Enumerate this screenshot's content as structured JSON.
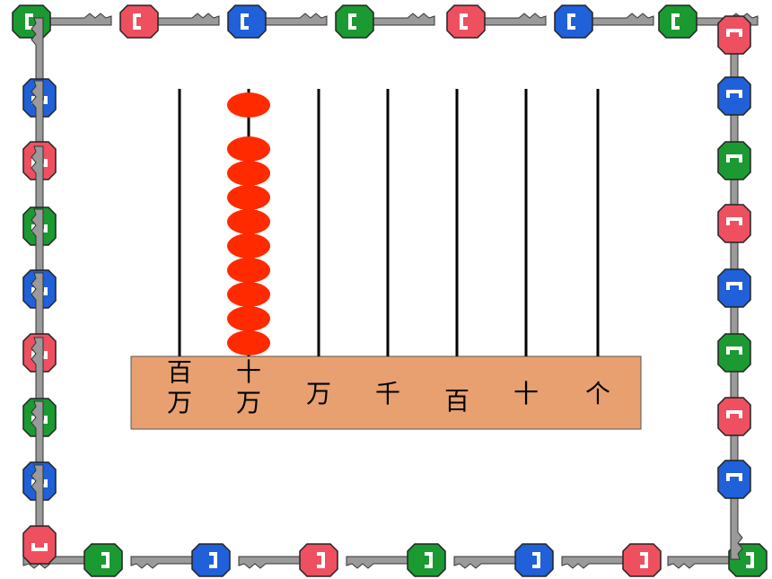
{
  "abacus": {
    "rods": [
      {
        "label": "百\n万",
        "beads": 0
      },
      {
        "label": "十\n万",
        "beads": 9
      },
      {
        "label": "万",
        "beads": 0
      },
      {
        "label": "千",
        "beads": 0
      },
      {
        "label": "百",
        "beads": 0
      },
      {
        "label": "十",
        "beads": 0
      },
      {
        "label": "个",
        "beads": 0
      }
    ],
    "extra_bead_rod_index": 1
  },
  "colors": {
    "bead": "#ff2a00",
    "base": "#e8a070",
    "rod": "#000000",
    "key_green": "#1a9a30",
    "key_red": "#ee5060",
    "key_blue": "#2060d8",
    "key_shaft": "#9a9a9a"
  }
}
